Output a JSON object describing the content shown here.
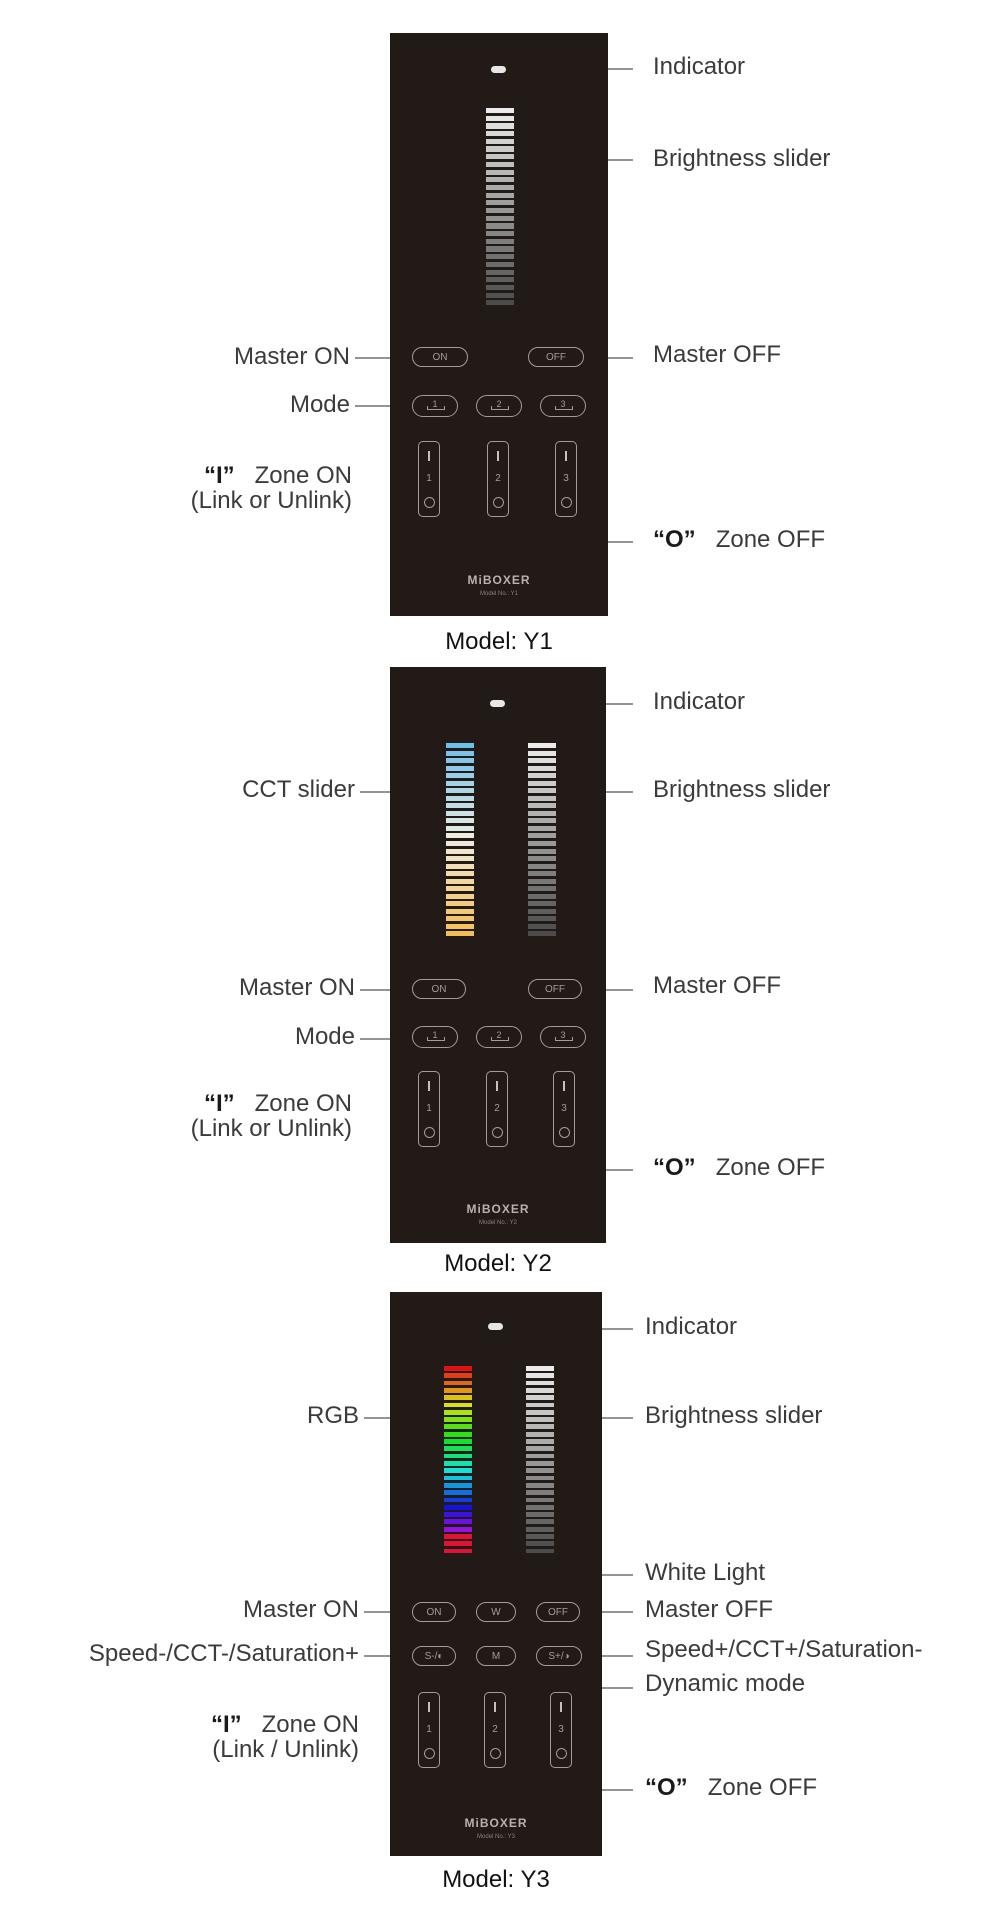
{
  "models": [
    {
      "model_label": "Model: Y1",
      "brand": "MiBOXER",
      "brand_model": "Model No.: Y1",
      "indicator": "Indicator",
      "brightness_slider": "Brightness slider",
      "master_on_label": "Master ON",
      "master_off_label": "Master OFF",
      "on_button": "ON",
      "off_button": "OFF",
      "mode_label": "Mode",
      "mode_buttons": [
        "1",
        "2",
        "3"
      ],
      "zone_on_quote": "“I”",
      "zone_on_label": "Zone ON",
      "zone_on_note": "(Link or Unlink)",
      "zone_off_quote": "“O”",
      "zone_off_label": "Zone OFF",
      "zones": [
        "1",
        "2",
        "3"
      ]
    },
    {
      "model_label": "Model: Y2",
      "brand": "MiBOXER",
      "brand_model": "Model No.: Y2",
      "indicator": "Indicator",
      "cct_slider": "CCT slider",
      "brightness_slider": "Brightness slider",
      "master_on_label": "Master ON",
      "master_off_label": "Master OFF",
      "on_button": "ON",
      "off_button": "OFF",
      "mode_label": "Mode",
      "mode_buttons": [
        "1",
        "2",
        "3"
      ],
      "zone_on_quote": "“I”",
      "zone_on_label": "Zone ON",
      "zone_on_note": "(Link or Unlink)",
      "zone_off_quote": "“O”",
      "zone_off_label": "Zone OFF",
      "zones": [
        "1",
        "2",
        "3"
      ]
    },
    {
      "model_label": "Model: Y3",
      "brand": "MiBOXER",
      "brand_model": "Model No.: Y3",
      "indicator": "Indicator",
      "rgb_label": "RGB",
      "brightness_slider": "Brightness slider",
      "white_light_label": "White Light",
      "master_on_label": "Master ON",
      "master_off_label": "Master OFF",
      "on_button": "ON",
      "w_button": "W",
      "off_button": "OFF",
      "speed_minus_label": "Speed-/CCT-/Saturation+",
      "speed_plus_label": "Speed+/CCT+/Saturation-",
      "dynamic_mode_label": "Dynamic mode",
      "s_minus_button": "S-/",
      "m_button": "M",
      "s_plus_button": "S+/",
      "zone_on_quote": "“I”",
      "zone_on_label": "Zone ON",
      "zone_on_note": "(Link / Unlink)",
      "zone_off_quote": "“O”",
      "zone_off_label": "Zone OFF",
      "zones": [
        "1",
        "2",
        "3"
      ]
    }
  ],
  "colors": {
    "panel": "#221a17",
    "button_outline": "#a49c98",
    "leader_line": "#555555"
  },
  "icons": [
    "indicator-led",
    "mode-1-icon",
    "mode-2-icon",
    "mode-3-icon",
    "brightness-icon",
    "color-wheel-icon"
  ]
}
